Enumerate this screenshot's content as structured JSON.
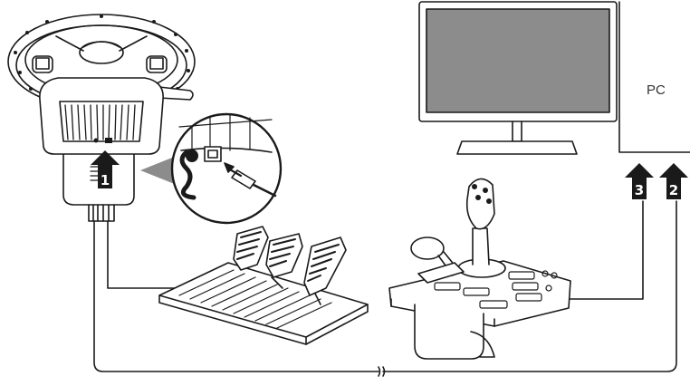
{
  "pc": {
    "label": "PC"
  },
  "steps": [
    {
      "number": "1"
    },
    {
      "number": "2"
    },
    {
      "number": "3"
    }
  ],
  "devices": {
    "wheel": {
      "icon": "steering-wheel-icon"
    },
    "pedals": {
      "icon": "pedals-icon"
    },
    "throttle": {
      "icon": "flight-throttle-icon"
    },
    "monitor": {
      "icon": "monitor-icon"
    },
    "connector_zoom": {
      "icon": "rj12-connector-icon"
    }
  },
  "colors": {
    "ink": "#1a1a1a",
    "screen": "#8c8c8c",
    "arrow": "#1a1a1a"
  }
}
